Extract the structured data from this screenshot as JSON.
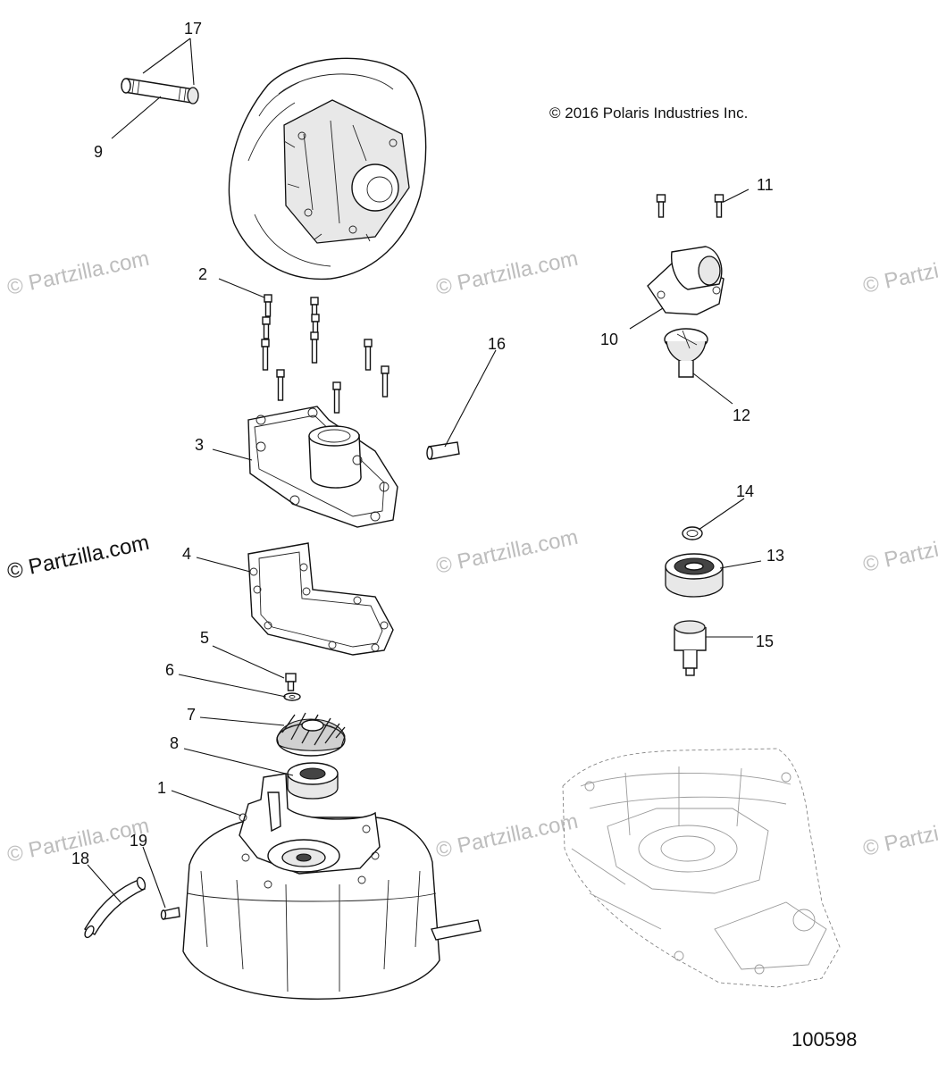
{
  "copyright": "© 2016 Polaris Industries Inc.",
  "diagram_number": "100598",
  "watermark": "© Partzilla.com",
  "callouts": [
    "1",
    "2",
    "3",
    "4",
    "5",
    "6",
    "7",
    "8",
    "9",
    "10",
    "11",
    "12",
    "13",
    "14",
    "15",
    "16",
    "17",
    "18",
    "19"
  ]
}
